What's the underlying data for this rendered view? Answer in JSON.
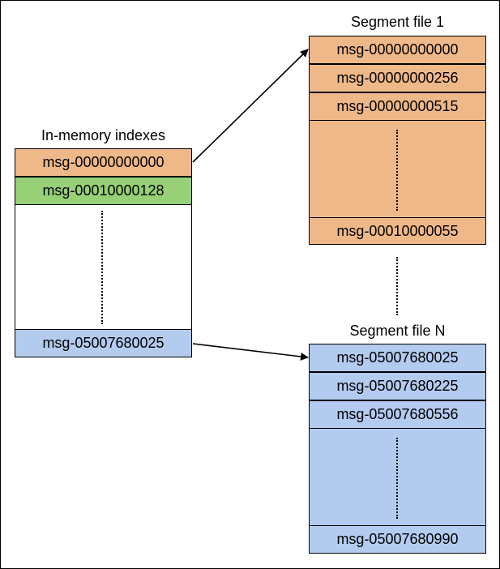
{
  "colors": {
    "orange": "#efb889",
    "green": "#97d077",
    "blue": "#b3cbef",
    "line": "#000000"
  },
  "index": {
    "title": "In-memory indexes",
    "entries": [
      "msg-00000000000",
      "msg-00010000128",
      "msg-05007680025"
    ]
  },
  "segment_1": {
    "title": "Segment file 1",
    "entries": [
      "msg-00000000000",
      "msg-00000000256",
      "msg-00000000515",
      "msg-00010000055"
    ]
  },
  "segment_n": {
    "title": "Segment file N",
    "entries": [
      "msg-05007680025",
      "msg-05007680225",
      "msg-05007680556",
      "msg-05007680990"
    ]
  }
}
